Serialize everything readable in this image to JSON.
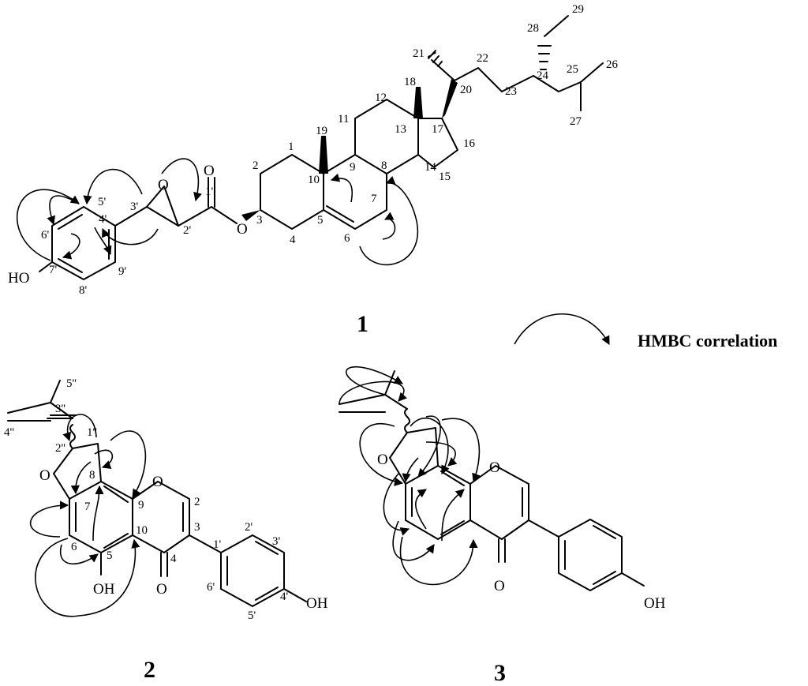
{
  "compound_ids": {
    "c1": "1",
    "c2": "2",
    "c3": "3"
  },
  "legend": {
    "text": "HMBC correlation"
  },
  "atoms": {
    "oxygen": "O",
    "hydroxyl": "HO",
    "hydroxyl_right": "OH"
  },
  "compound1_labels": {
    "n1": "1",
    "n2": "2",
    "n3": "3",
    "n4": "4",
    "n5": "5",
    "n6": "6",
    "n7": "7",
    "n8": "8",
    "n9": "9",
    "n10": "10",
    "n11": "11",
    "n12": "12",
    "n13": "13",
    "n14": "14",
    "n15": "15",
    "n16": "16",
    "n17": "17",
    "n18": "18",
    "n19": "19",
    "n20": "20",
    "n21": "21",
    "n22": "22",
    "n23": "23",
    "n24": "24",
    "n25": "25",
    "n26": "26",
    "n27": "27",
    "n28": "28",
    "n29": "29",
    "p1": "1'",
    "p2": "2'",
    "p3": "3'",
    "p4": "4'",
    "p5": "5'",
    "p6": "6'",
    "p7": "7'",
    "p8": "8'",
    "p9": "9'"
  },
  "compound2_labels": {
    "n2": "2",
    "n3": "3",
    "n4": "4",
    "n5": "5",
    "n6": "6",
    "n7": "7",
    "n8": "8",
    "n9": "9",
    "n10": "10",
    "p1": "1'",
    "p2": "2'",
    "p3": "3'",
    "p4": "4'",
    "p5": "5'",
    "p6": "6'",
    "d1": "1''",
    "d2": "2''",
    "d3": "3''",
    "d4": "4''",
    "d5": "5''"
  }
}
